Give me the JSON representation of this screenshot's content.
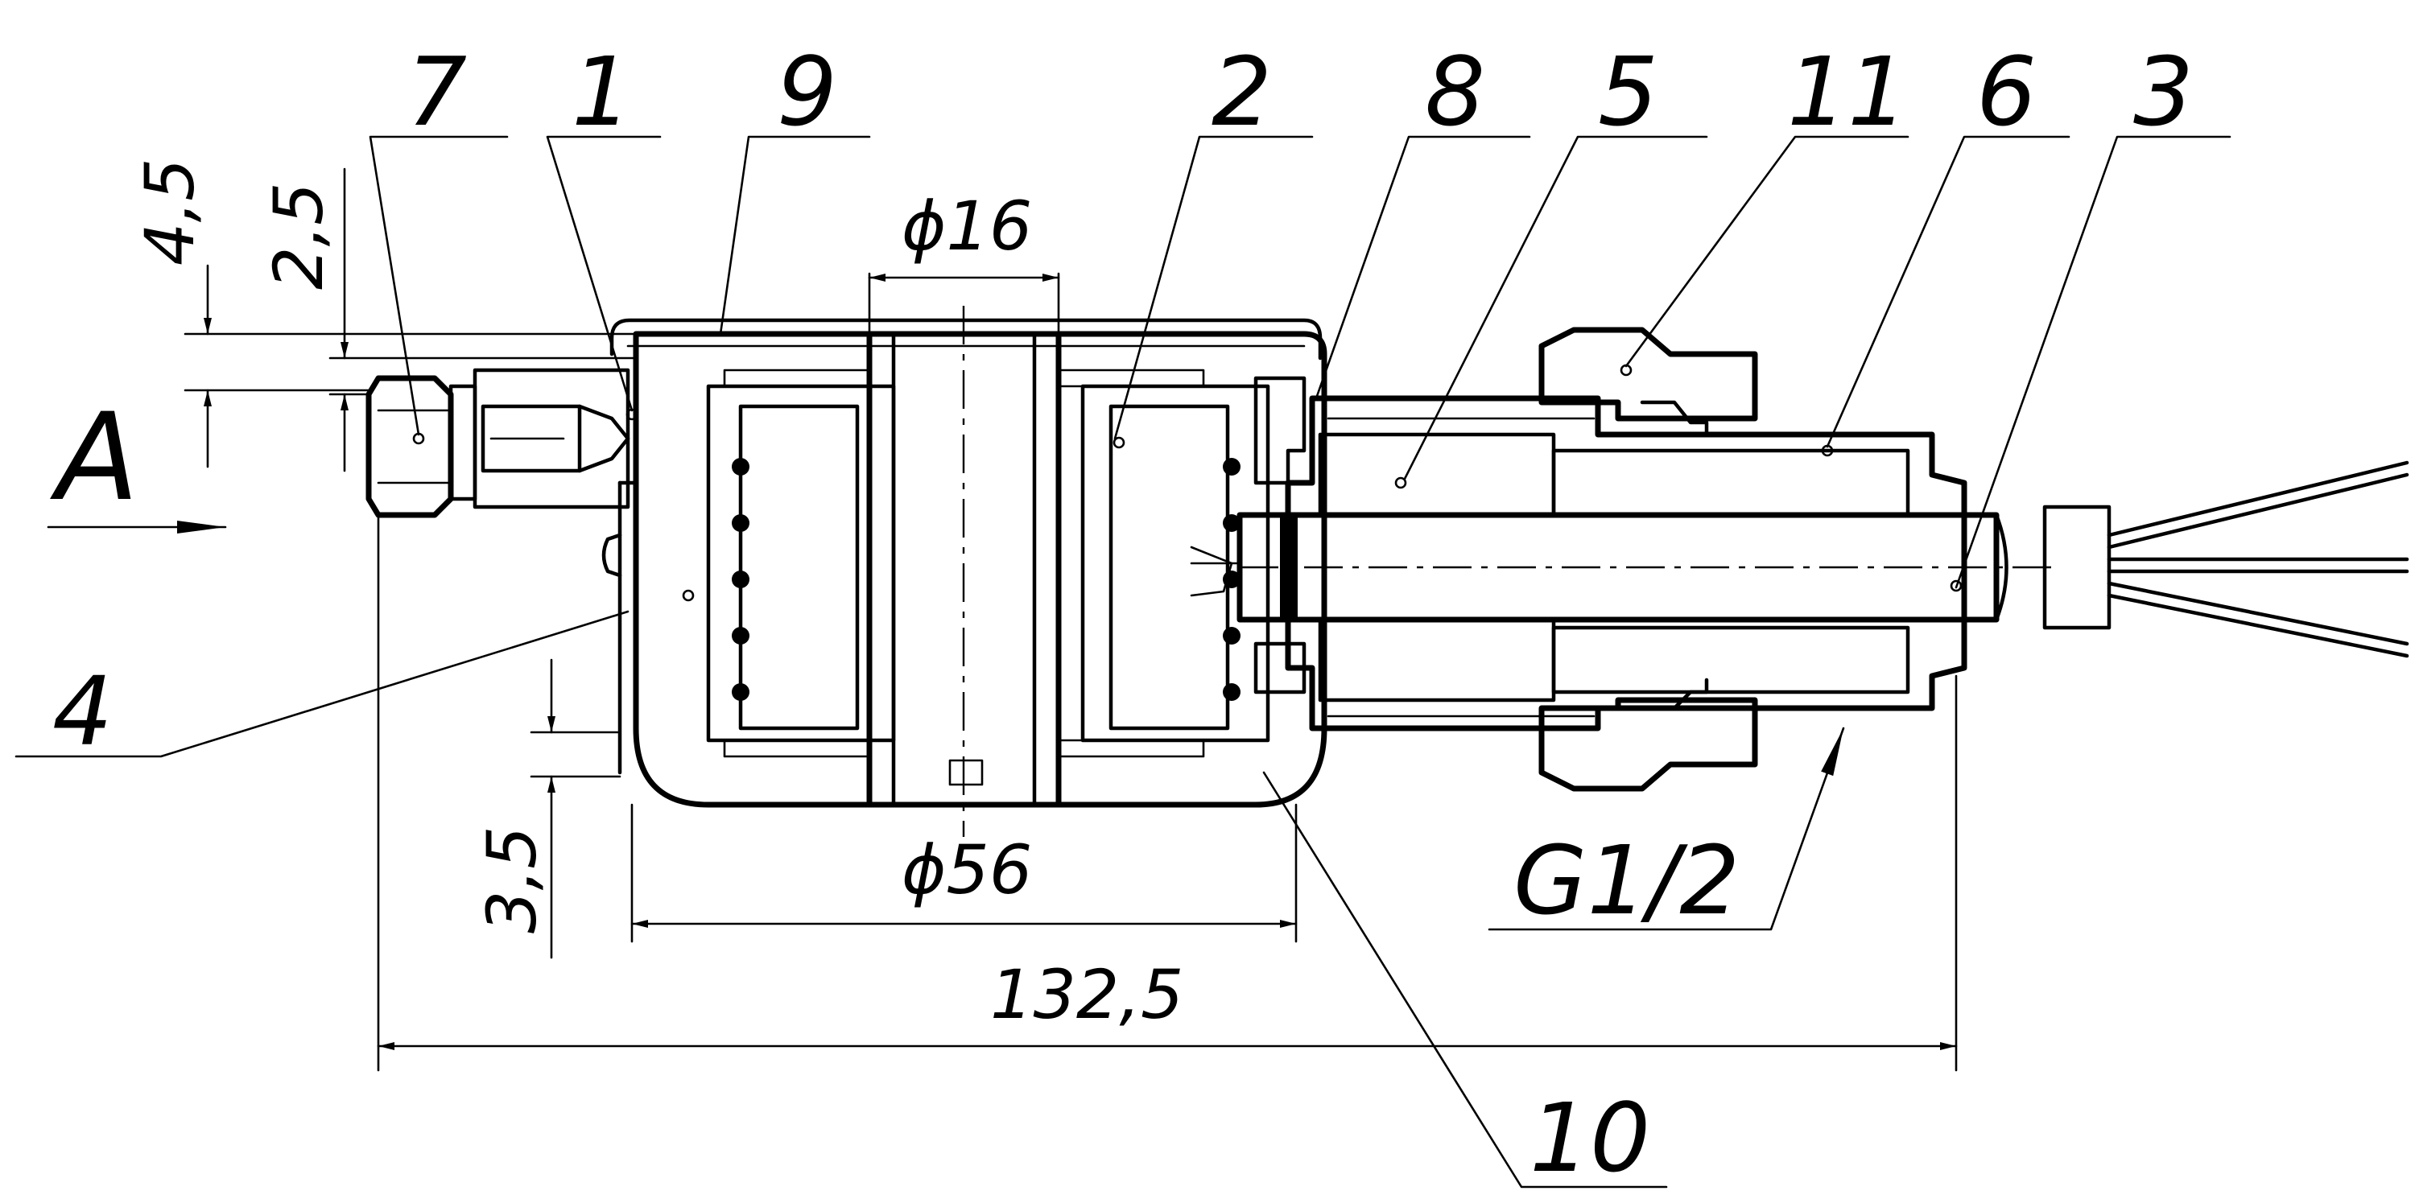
{
  "callouts": [
    "7",
    "1",
    "9",
    "2",
    "8",
    "5",
    "11",
    "6",
    "3",
    "4",
    "10"
  ],
  "dimensions": {
    "d1": "4,5",
    "d2": "2,5",
    "d3": "ϕ16",
    "d4": "3,5",
    "d5": "ϕ56",
    "d6": "132,5",
    "thread": "G1/2"
  },
  "view_label": "A"
}
